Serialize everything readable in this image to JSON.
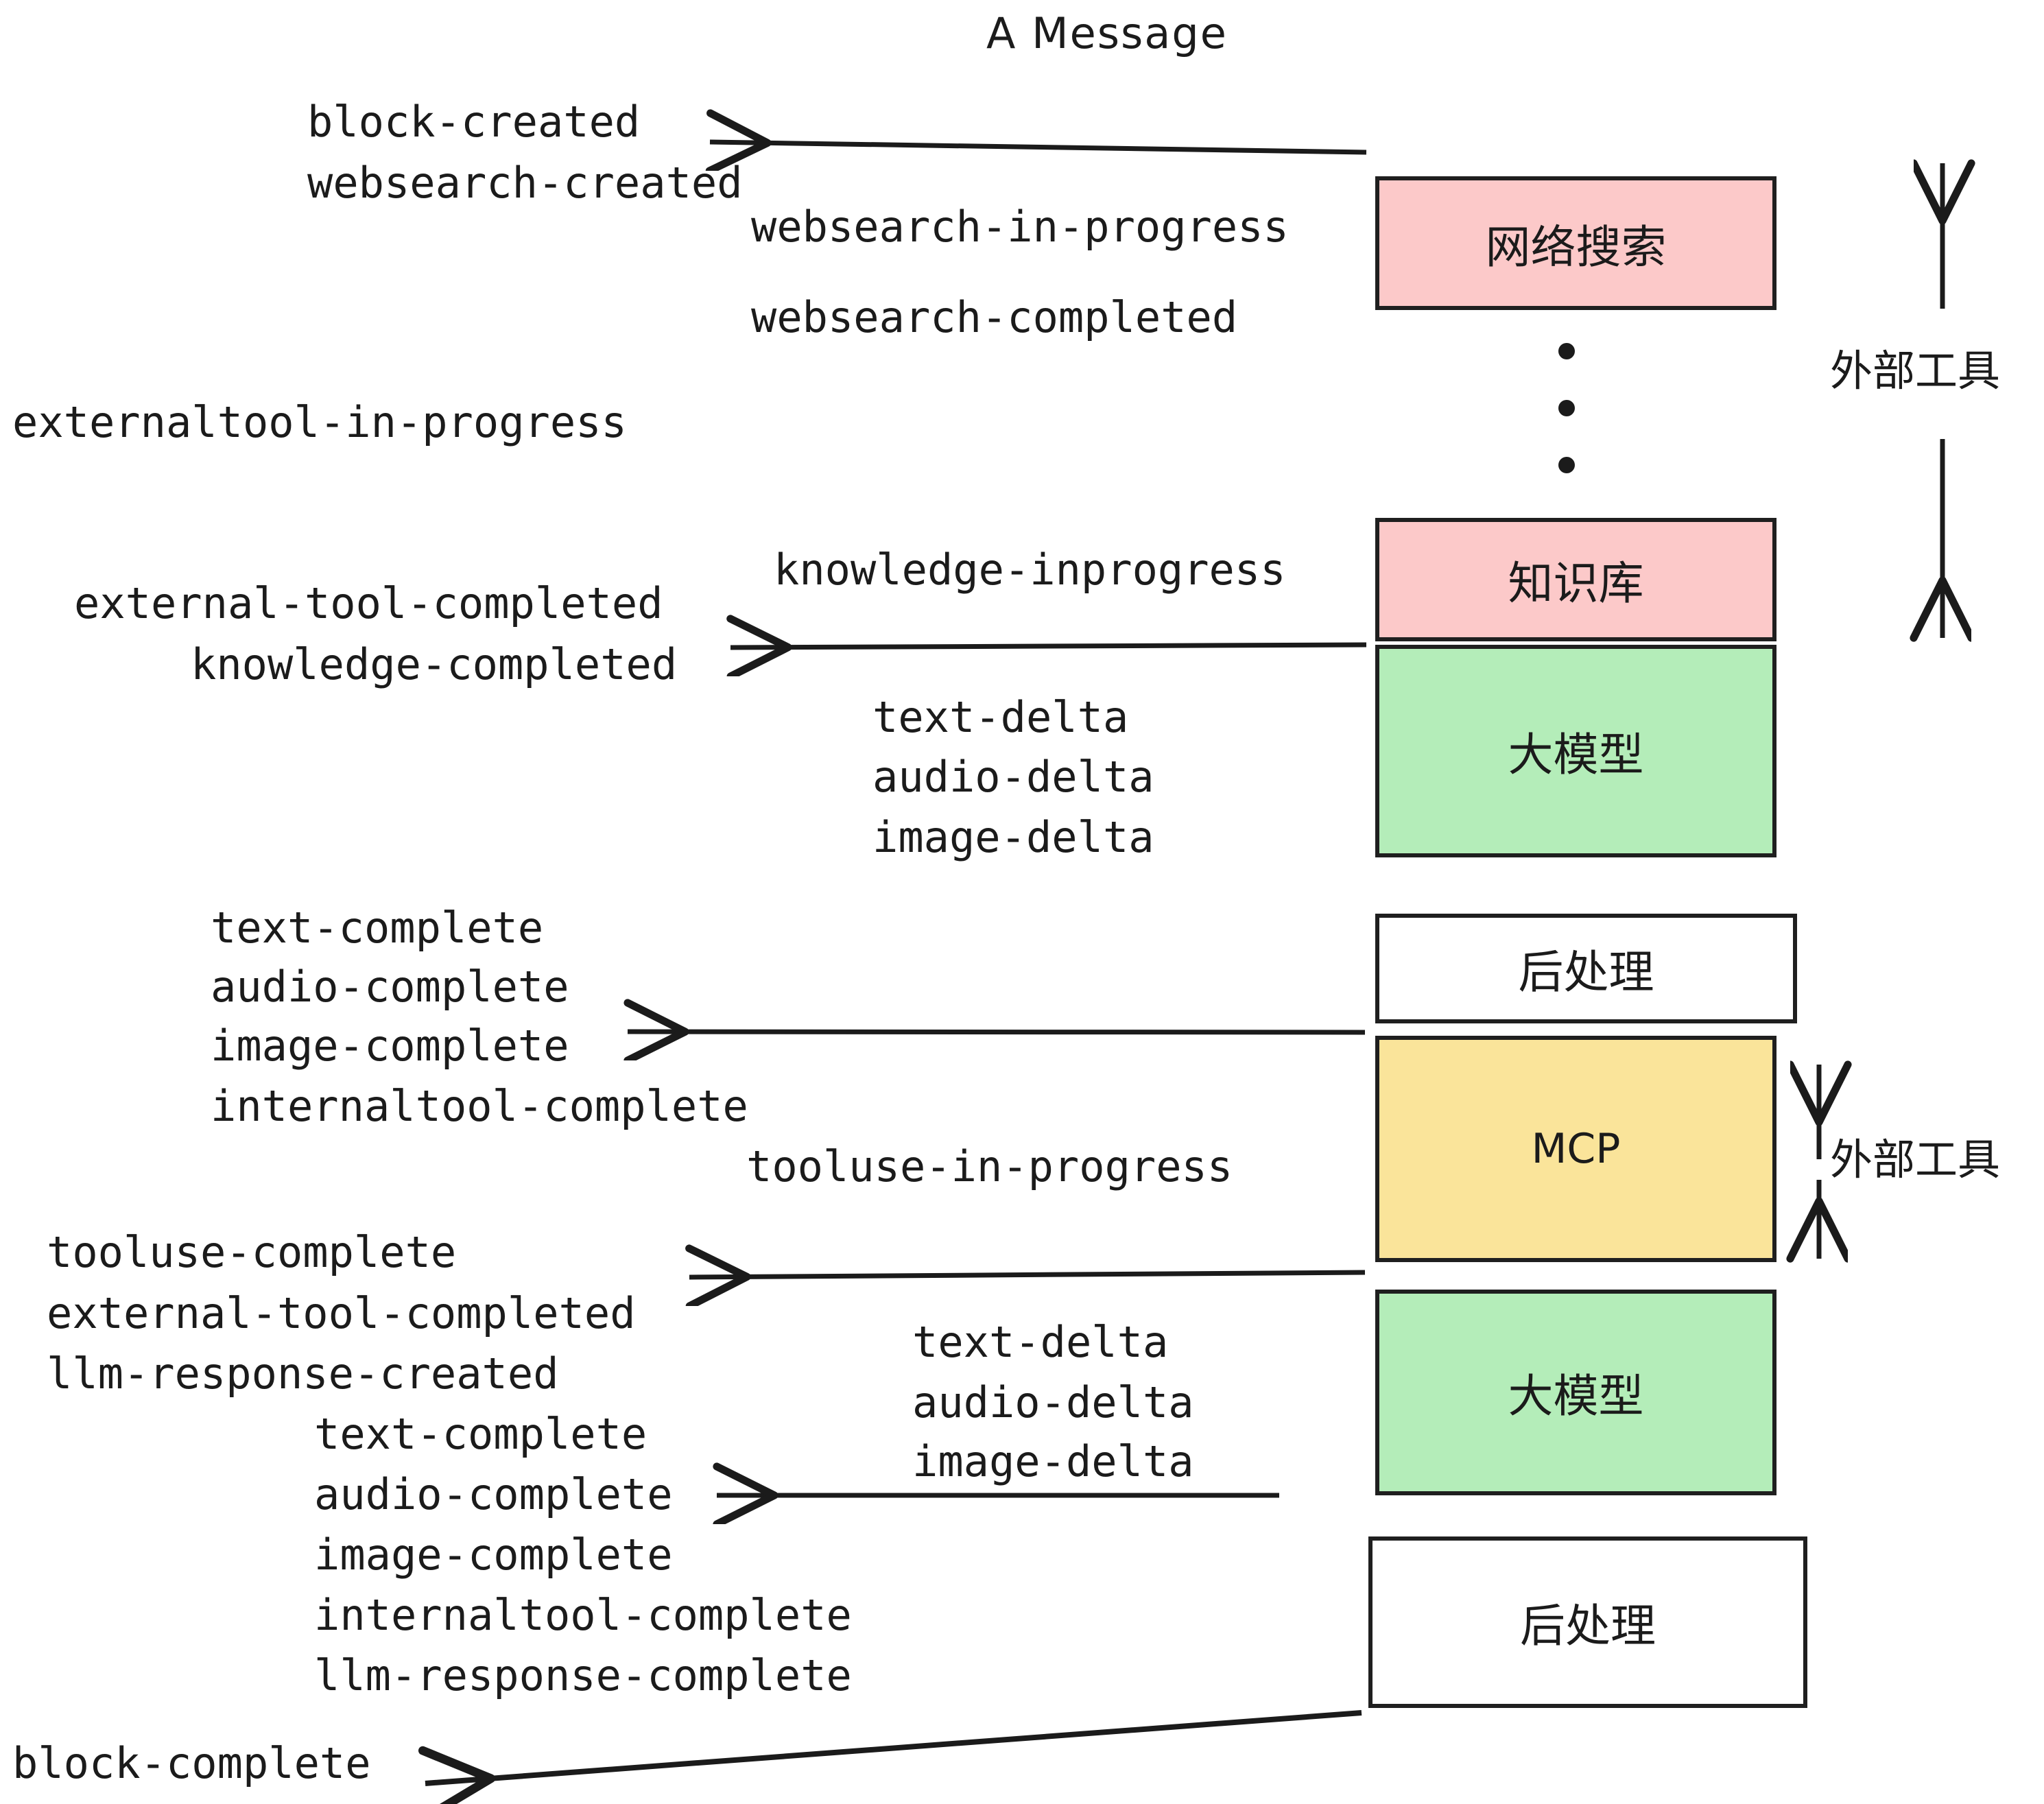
{
  "title": "A Message",
  "colors": {
    "tool_pink": "#fcc9c9",
    "llm_green": "#b4edb9",
    "mcp_yellow": "#fae49a",
    "postprocess_white": "#ffffff",
    "stroke": "#1f1f1f",
    "text": "#1b1b1b",
    "background": "#ffffff"
  },
  "boxes": [
    {
      "id": "websearch",
      "label": "网络搜索",
      "fill": "#fcc9c9",
      "script": "cn"
    },
    {
      "id": "knowledge",
      "label": "知识库",
      "fill": "#fcc9c9",
      "script": "cn"
    },
    {
      "id": "llm-1",
      "label": "大模型",
      "fill": "#b4edb9",
      "script": "cn"
    },
    {
      "id": "postprocess-1",
      "label": "后处理",
      "fill": "#ffffff",
      "script": "cn"
    },
    {
      "id": "mcp",
      "label": "MCP",
      "fill": "#fae49a",
      "script": "latin"
    },
    {
      "id": "llm-2",
      "label": "大模型",
      "fill": "#b4edb9",
      "script": "cn"
    },
    {
      "id": "postprocess-2",
      "label": "后处理",
      "fill": "#ffffff",
      "script": "cn"
    }
  ],
  "group_labels": [
    {
      "id": "external-tools-top",
      "label": "外部工具"
    },
    {
      "id": "external-tools-bottom",
      "label": "外部工具"
    }
  ],
  "events": [
    {
      "id": "block-created",
      "text": "block-created"
    },
    {
      "id": "websearch-created",
      "text": "websearch-created"
    },
    {
      "id": "websearch-in-progress",
      "text": "websearch-in-progress"
    },
    {
      "id": "websearch-completed",
      "text": "websearch-completed"
    },
    {
      "id": "externaltool-in-progress",
      "text": "externaltool-in-progress"
    },
    {
      "id": "knowledge-inprogress",
      "text": "knowledge-inprogress"
    },
    {
      "id": "external-tool-completed-1",
      "text": "external-tool-completed"
    },
    {
      "id": "knowledge-completed",
      "text": "knowledge-completed"
    },
    {
      "id": "text-delta-1",
      "text": "text-delta"
    },
    {
      "id": "audio-delta-1",
      "text": "audio-delta"
    },
    {
      "id": "image-delta-1",
      "text": "image-delta"
    },
    {
      "id": "text-complete-1",
      "text": "text-complete"
    },
    {
      "id": "audio-complete-1",
      "text": "audio-complete"
    },
    {
      "id": "image-complete-1",
      "text": "image-complete"
    },
    {
      "id": "internaltool-complete-1",
      "text": "internaltool-complete"
    },
    {
      "id": "tooluse-in-progress",
      "text": "tooluse-in-progress"
    },
    {
      "id": "tooluse-complete",
      "text": "tooluse-complete"
    },
    {
      "id": "external-tool-completed-2",
      "text": "external-tool-completed"
    },
    {
      "id": "llm-response-created",
      "text": "llm-response-created"
    },
    {
      "id": "text-delta-2",
      "text": "text-delta"
    },
    {
      "id": "audio-delta-2",
      "text": "audio-delta"
    },
    {
      "id": "image-delta-2",
      "text": "image-delta"
    },
    {
      "id": "text-complete-2",
      "text": "text-complete"
    },
    {
      "id": "audio-complete-2",
      "text": "audio-complete"
    },
    {
      "id": "image-complete-2",
      "text": "image-complete"
    },
    {
      "id": "internaltool-complete-2",
      "text": "internaltool-complete"
    },
    {
      "id": "llm-response-complete",
      "text": "llm-response-complete"
    },
    {
      "id": "block-complete",
      "text": "block-complete"
    }
  ]
}
